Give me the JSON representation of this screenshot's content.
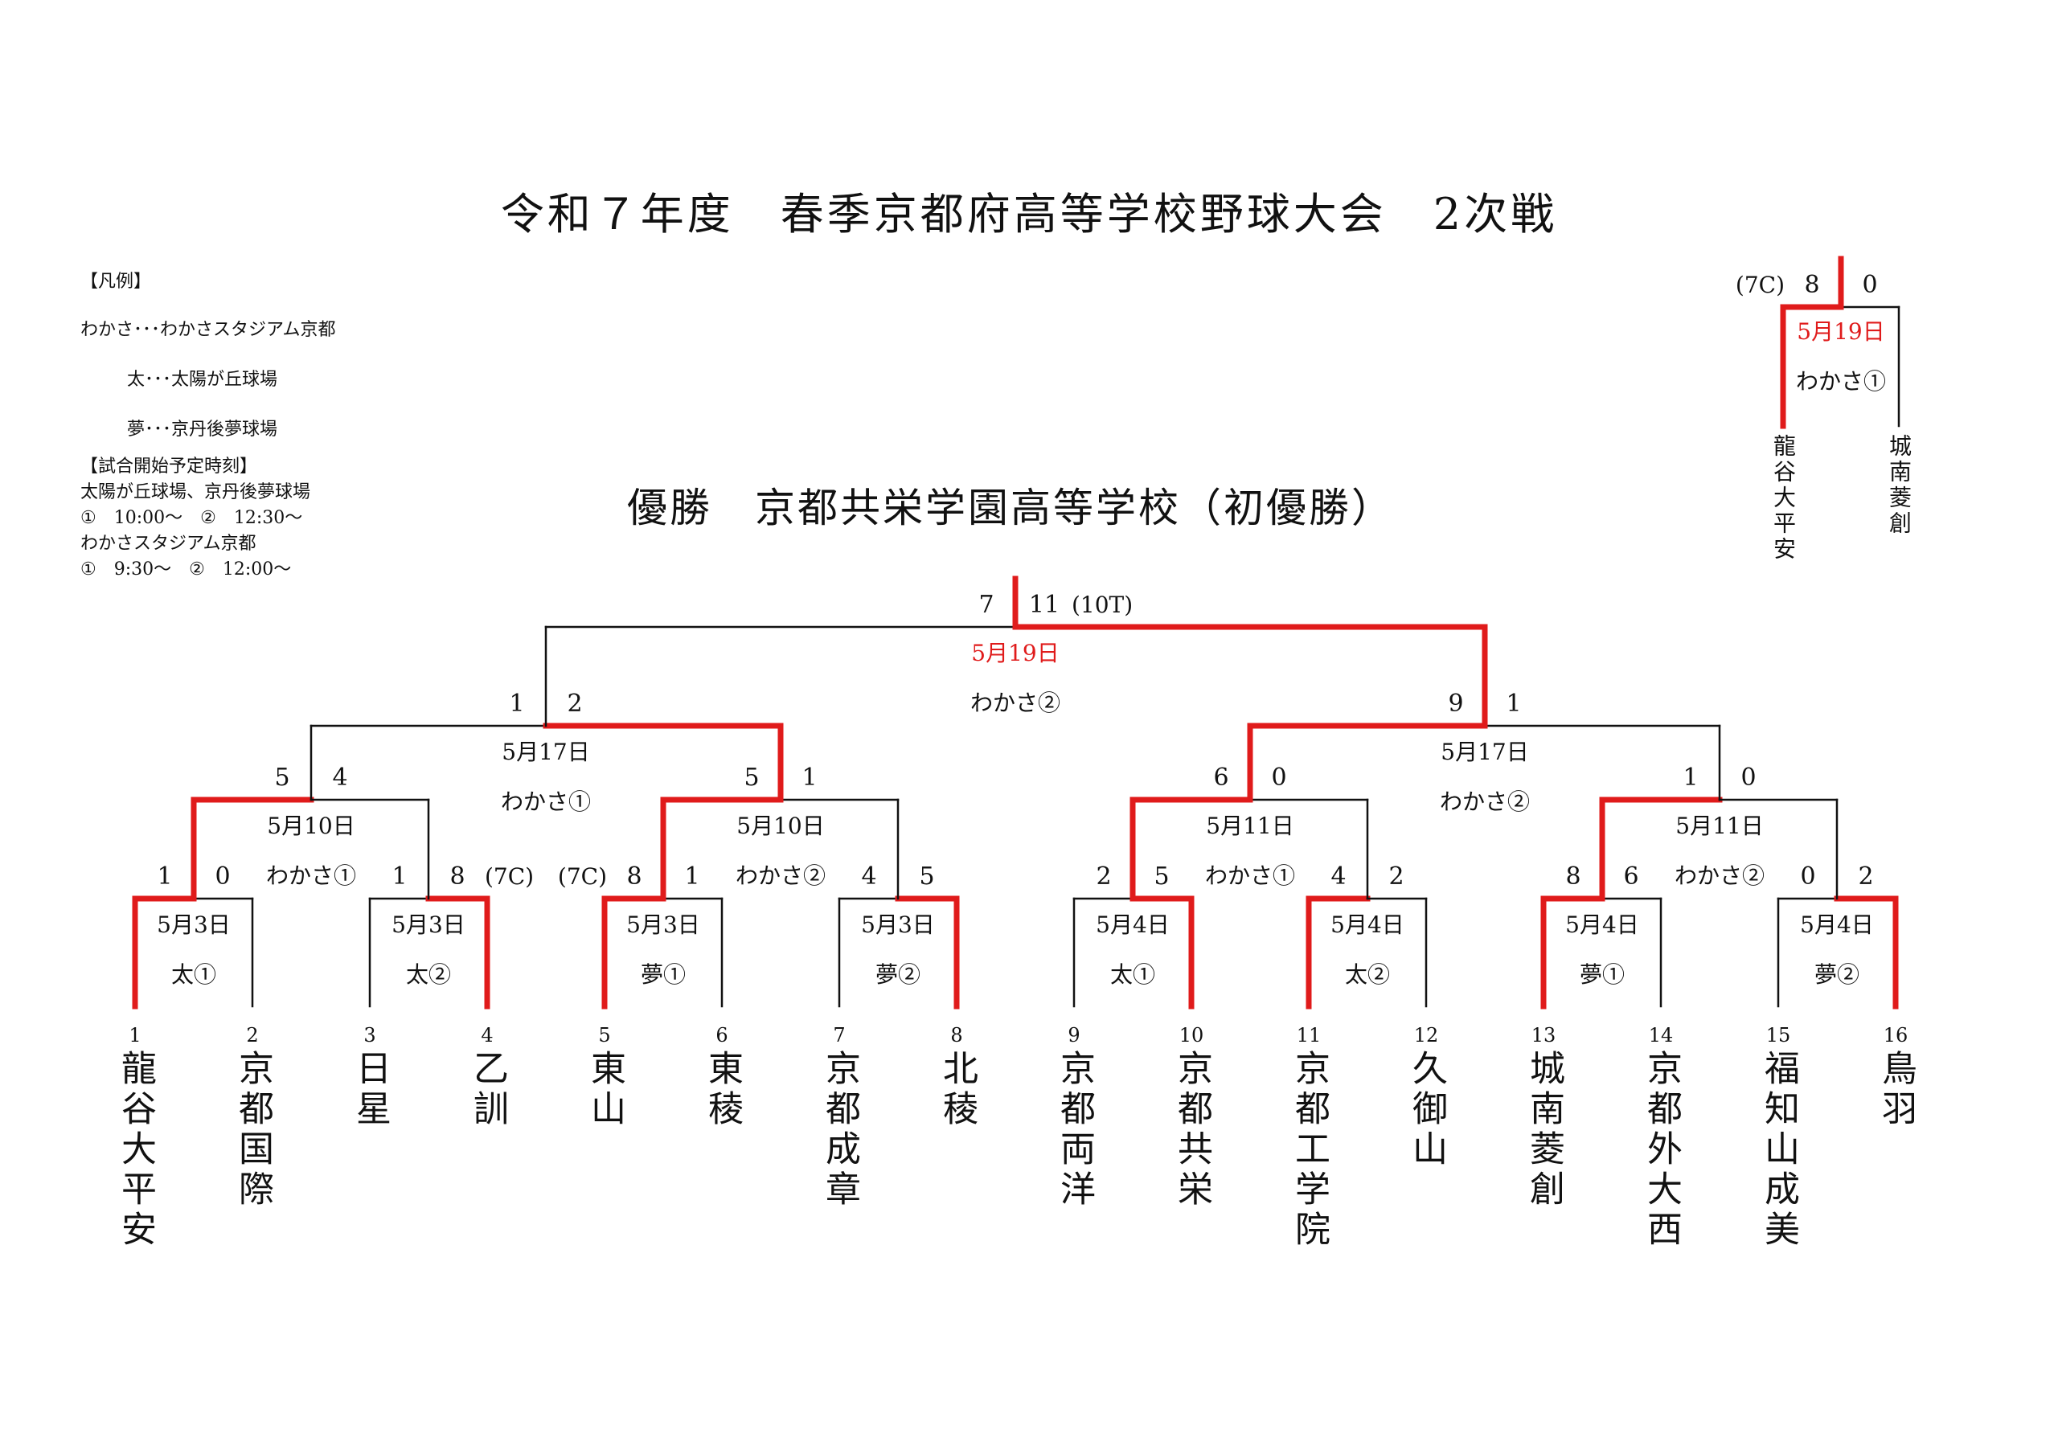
{
  "title": "令和７年度　春季京都府高等学校野球大会　2次戦",
  "champion": "優勝　京都共栄学園高等学校（初優勝）",
  "legend": {
    "heading": "【凡例】",
    "items": [
      "わかさ･･･わかさスタジアム京都",
      "太･･･太陽が丘球場",
      "夢･･･京丹後夢球場"
    ],
    "start_heading": "【試合開始予定時刻】",
    "start_lines": [
      "太陽が丘球場、京丹後夢球場",
      "①　10:00～　②　12:30～",
      "わかさスタジアム京都",
      "①　9:30～　②　12:00～"
    ]
  },
  "colors": {
    "winner": "#e01b1b",
    "line": "#111111"
  },
  "teams": [
    {
      "no": "1",
      "name": "龍谷大平安"
    },
    {
      "no": "2",
      "name": "京都国際"
    },
    {
      "no": "3",
      "name": "日星"
    },
    {
      "no": "4",
      "name": "乙訓"
    },
    {
      "no": "5",
      "name": "東山"
    },
    {
      "no": "6",
      "name": "東稜"
    },
    {
      "no": "7",
      "name": "京都成章"
    },
    {
      "no": "8",
      "name": "北稜"
    },
    {
      "no": "9",
      "name": "京都両洋"
    },
    {
      "no": "10",
      "name": "京都共栄"
    },
    {
      "no": "11",
      "name": "京都工学院"
    },
    {
      "no": "12",
      "name": "久御山"
    },
    {
      "no": "13",
      "name": "城南菱創"
    },
    {
      "no": "14",
      "name": "京都外大西"
    },
    {
      "no": "15",
      "name": "福知山成美"
    },
    {
      "no": "16",
      "name": "鳥羽"
    }
  ],
  "matches": [
    {
      "id": "r1m1",
      "date": "5月3日",
      "venue": "太①",
      "scores": [
        "1",
        "0"
      ],
      "winner": 0
    },
    {
      "id": "r1m2",
      "date": "5月3日",
      "venue": "太②",
      "scores": [
        "1",
        "8"
      ],
      "winner": 1,
      "note_right": "(7C)"
    },
    {
      "id": "r1m3",
      "date": "5月3日",
      "venue": "夢①",
      "scores": [
        "8",
        "1"
      ],
      "winner": 0,
      "note_left": "(7C)"
    },
    {
      "id": "r1m4",
      "date": "5月3日",
      "venue": "夢②",
      "scores": [
        "4",
        "5"
      ],
      "winner": 1
    },
    {
      "id": "r1m5",
      "date": "5月4日",
      "venue": "太①",
      "scores": [
        "2",
        "5"
      ],
      "winner": 1
    },
    {
      "id": "r1m6",
      "date": "5月4日",
      "venue": "太②",
      "scores": [
        "4",
        "2"
      ],
      "winner": 0
    },
    {
      "id": "r1m7",
      "date": "5月4日",
      "venue": "夢①",
      "scores": [
        "8",
        "6"
      ],
      "winner": 0
    },
    {
      "id": "r1m8",
      "date": "5月4日",
      "venue": "夢②",
      "scores": [
        "0",
        "2"
      ],
      "winner": 1
    },
    {
      "id": "r2m1",
      "date": "5月10日",
      "venue": "わかさ①",
      "scores": [
        "5",
        "4"
      ],
      "winner": 0
    },
    {
      "id": "r2m2",
      "date": "5月10日",
      "venue": "わかさ②",
      "scores": [
        "5",
        "1"
      ],
      "winner": 0
    },
    {
      "id": "r2m3",
      "date": "5月11日",
      "venue": "わかさ①",
      "scores": [
        "6",
        "0"
      ],
      "winner": 0
    },
    {
      "id": "r2m4",
      "date": "5月11日",
      "venue": "わかさ②",
      "scores": [
        "1",
        "0"
      ],
      "winner": 0
    },
    {
      "id": "r3m1",
      "date": "5月17日",
      "venue": "わかさ①",
      "scores": [
        "1",
        "2"
      ],
      "winner": 1
    },
    {
      "id": "r3m2",
      "date": "5月17日",
      "venue": "わかさ②",
      "scores": [
        "9",
        "1"
      ],
      "winner": 0
    },
    {
      "id": "final",
      "date": "5月19日",
      "venue": "わかさ②",
      "scores": [
        "7",
        "11"
      ],
      "winner": 1,
      "note_right": "(10T)"
    }
  ],
  "extra_match": {
    "date": "5月19日",
    "venue": "わかさ①",
    "scores": [
      "8",
      "0"
    ],
    "winner": 0,
    "note_left": "(7C)",
    "teams": [
      "龍谷大平安",
      "城南菱創"
    ]
  }
}
